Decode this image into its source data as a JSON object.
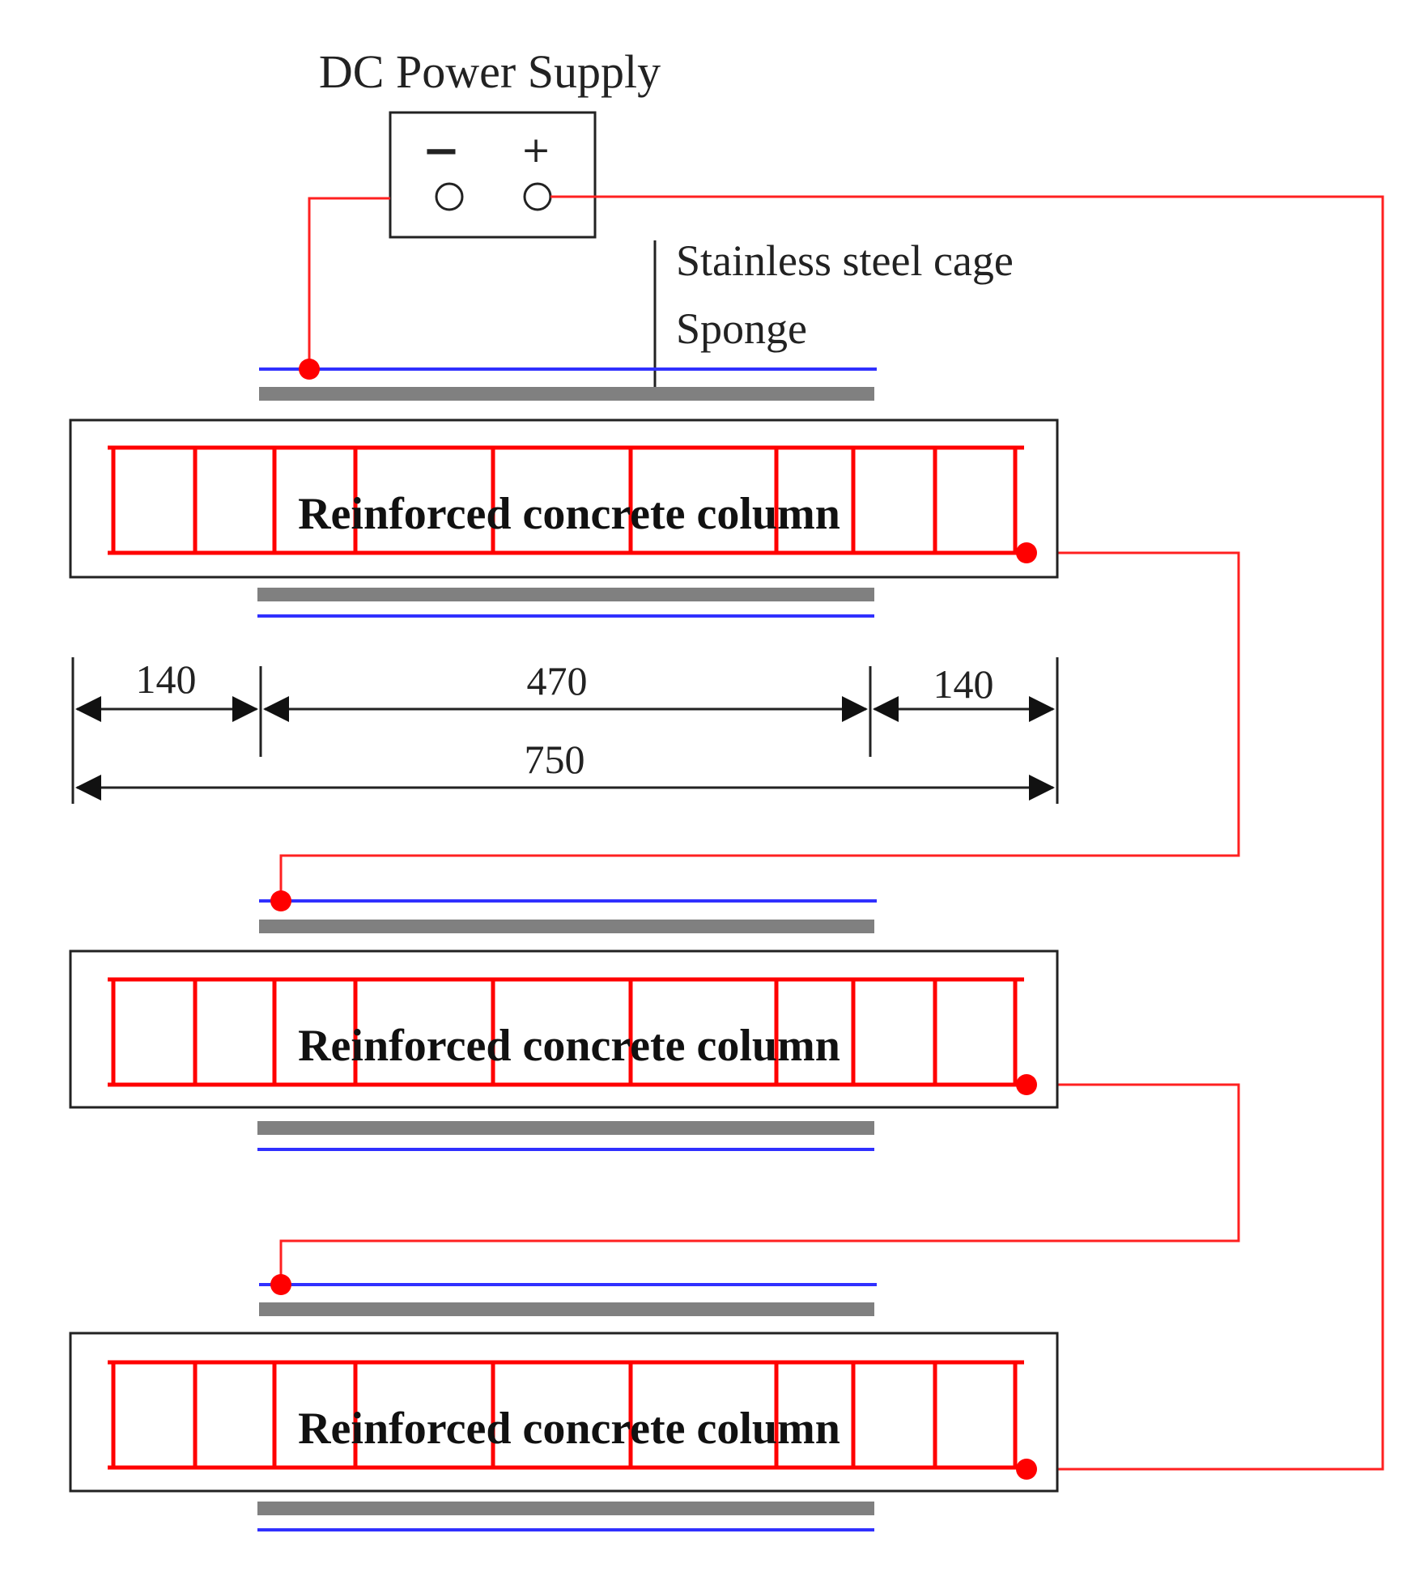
{
  "power_supply": {
    "title": "DC Power Supply",
    "negative_symbol": "−",
    "positive_symbol": "+"
  },
  "legend": {
    "cage_label": "Stainless steel cage",
    "sponge_label": "Sponge"
  },
  "columns": [
    {
      "label": "Reinforced concrete column"
    },
    {
      "label": "Reinforced concrete column"
    },
    {
      "label": "Reinforced concrete column"
    }
  ],
  "dimensions": {
    "left": "140",
    "middle": "470",
    "right": "140",
    "total": "750"
  },
  "colors": {
    "wire": "#ff2020",
    "rebar": "#ff0000",
    "cage": "#3030ff",
    "sponge": "#808080",
    "outline": "#222222"
  }
}
